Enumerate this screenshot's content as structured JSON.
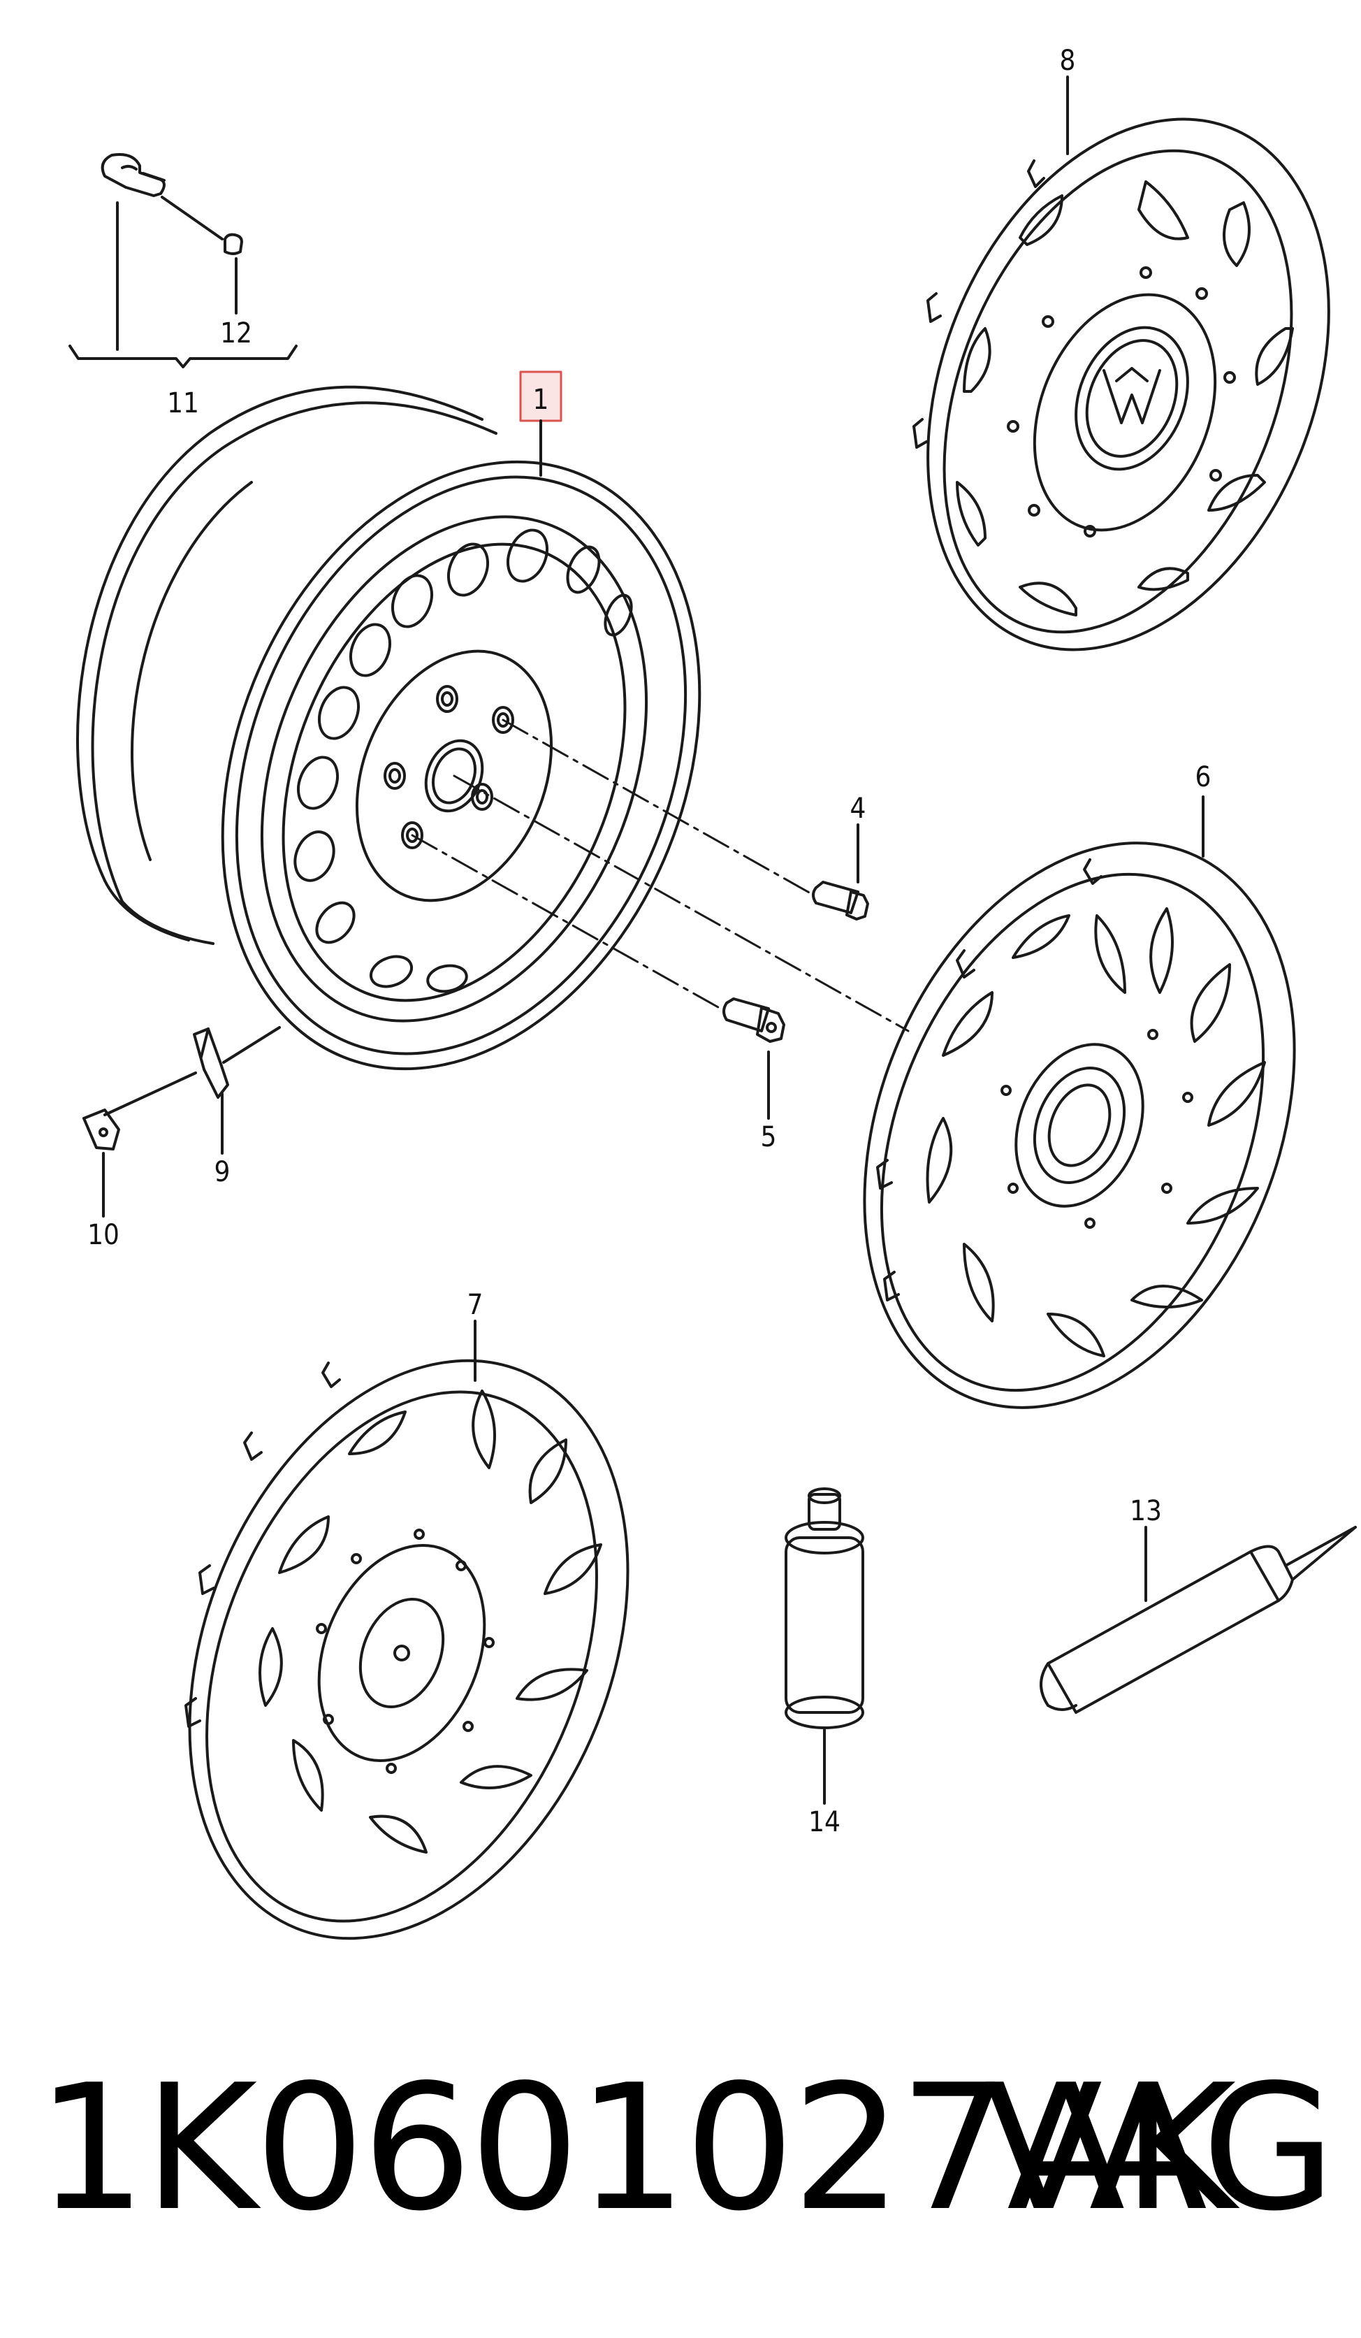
{
  "callouts": {
    "c1": "1",
    "c4": "4",
    "c5": "5",
    "c6": "6",
    "c7": "7",
    "c8": "8",
    "c9": "9",
    "c10": "10",
    "c11": "11",
    "c12": "12",
    "c13": "13",
    "c14": "14"
  },
  "footer": {
    "part_number": "1K0601027AK",
    "brand": "VAG"
  },
  "colors": {
    "line": "#1a1a1a",
    "highlight_box": "#d9534f"
  }
}
